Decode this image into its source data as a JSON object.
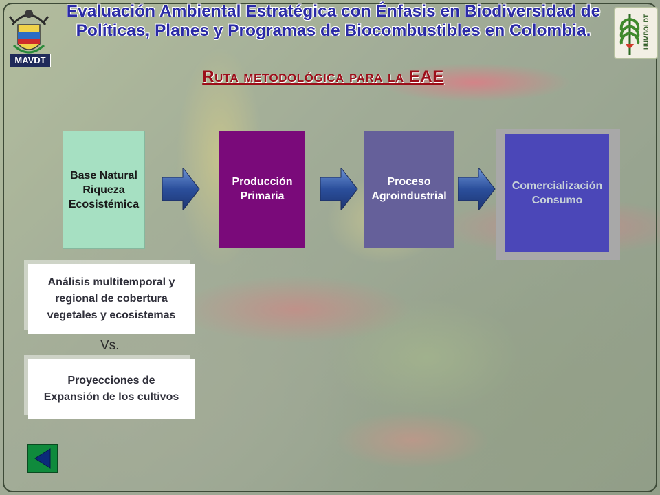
{
  "header": {
    "title": "Evaluación Ambiental Estratégica con Énfasis en Biodiversidad de Políticas, Planes y Programas de Biocombustibles en Colombia.",
    "subtitle": "Ruta metodológica para la EAE",
    "logo_left_badge": "MAVDT",
    "logo_right_text": "HUMBOLDT"
  },
  "flow": {
    "steps": [
      {
        "label_lines": [
          "Base Natural",
          "Riqueza",
          "Ecosistémica"
        ],
        "color": "#a6e0c2"
      },
      {
        "label_lines": [
          "Producción",
          "Primaria"
        ],
        "color": "#7a0a7a"
      },
      {
        "label_lines": [
          "Proceso",
          "Agroindustrial"
        ],
        "color": "#65609a"
      },
      {
        "label_lines": [
          "Comercialización",
          "Consumo"
        ],
        "color": "#4b47b8"
      }
    ]
  },
  "analysis": {
    "box1_lines": [
      "Análisis multitemporal  y",
      "regional de cobertura",
      "vegetales y ecosistemas"
    ],
    "vs": "Vs.",
    "box2_lines": [
      "Proyecciones de",
      "Expansión de los cultivos"
    ]
  },
  "nav": {
    "back_icon": "triangle-left-icon"
  }
}
